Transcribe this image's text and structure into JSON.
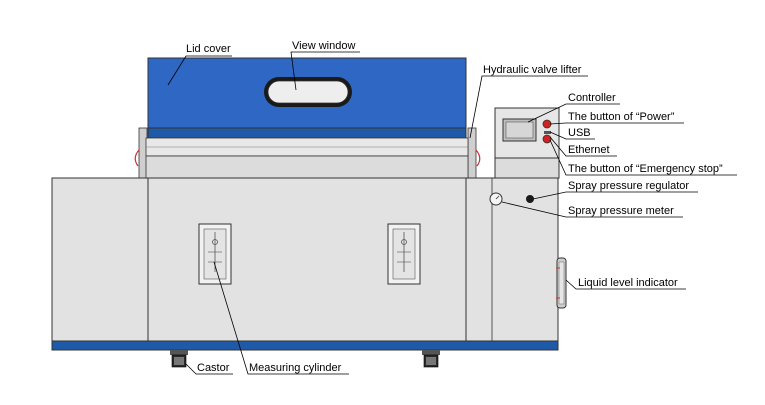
{
  "labels": {
    "lid_cover": "Lid cover",
    "view_window": "View window",
    "hydraulic_valve_lifter": "Hydraulic valve lifter",
    "controller": "Controller",
    "power_button": "The button of “Power”",
    "usb": "USB",
    "ethernet": "Ethernet",
    "emergency_stop": "The button of “Emergency stop”",
    "spray_pressure_regulator": "Spray pressure regulator",
    "spray_pressure_meter": "Spray pressure meter",
    "liquid_level_indicator": "Liquid level indicator",
    "castor": "Castor",
    "measuring_cylinder": "Measuring cylinder"
  },
  "colors": {
    "lid_blue": "#2f67c4",
    "base_blue": "#1f5aa8",
    "body_gray": "#e2e2e2",
    "panel_gray": "#d8d8d8",
    "button_red": "#d32020",
    "outline": "#333333"
  }
}
